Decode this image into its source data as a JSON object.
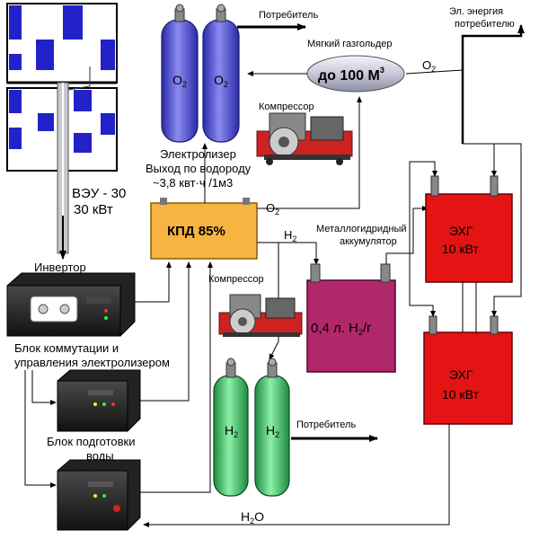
{
  "labels": {
    "consumer_top": "Потребитель",
    "el_energy_line1": "Эл. энергия",
    "el_energy_line2": "потребителю",
    "gasholder_title": "Мягкий газгольдер",
    "gasholder_volume": "до 100 М",
    "gasholder_volume_exp": "3",
    "o2_right": "O",
    "o2_right_sub": "2",
    "compressor_top": "Компрессор",
    "electrolyzer_line1": "Электролизер",
    "electrolyzer_line2": "Выход по водороду",
    "electrolyzer_line3": "~3,8 квт·ч /1м3",
    "o2_mid": "O",
    "o2_mid_sub": "2",
    "kpd": "КПД 85%",
    "veu_line1": "ВЭУ - 30",
    "veu_line2": "30 кВт",
    "h2_mid": "H",
    "h2_mid_sub": "2",
    "metal_line1": "Металлогидридный",
    "metal_line2": "аккумулятор",
    "battery_value": "0,4 л. H",
    "battery_value_sub": "2",
    "battery_value_tail": "/г",
    "compressor_bottom": "Компрессор",
    "inverter": "Инвертор",
    "switch_block_line1": "Блок коммутации и",
    "switch_block_line2": "управления электролизером",
    "water_block_line1": "Блок подготовки",
    "water_block_line2": "воды",
    "consumer_bottom": "Потребитель",
    "h2o": "H",
    "h2o_sub": "2",
    "h2o_tail": "O",
    "ehg1_line1": "ЭХГ",
    "ehg1_line2": "10 кВт",
    "ehg2_line1": "ЭХГ",
    "ehg2_line2": "10 кВт"
  },
  "cylinders": {
    "o2_a": "O",
    "o2_a_sub": "2",
    "o2_b": "O",
    "o2_b_sub": "2",
    "h2_a": "H",
    "h2_a_sub": "2",
    "h2_b": "H",
    "h2_b_sub": "2"
  },
  "colors": {
    "o2_cylinder": "#5b5bd8",
    "h2_cylinder": "#3fc46a",
    "electrolyzer": "#f7b440",
    "ehg": "#e41414",
    "battery": "#b0286a",
    "gasholder": "#d8d8e8",
    "turbine_blue": "#2222c8"
  }
}
